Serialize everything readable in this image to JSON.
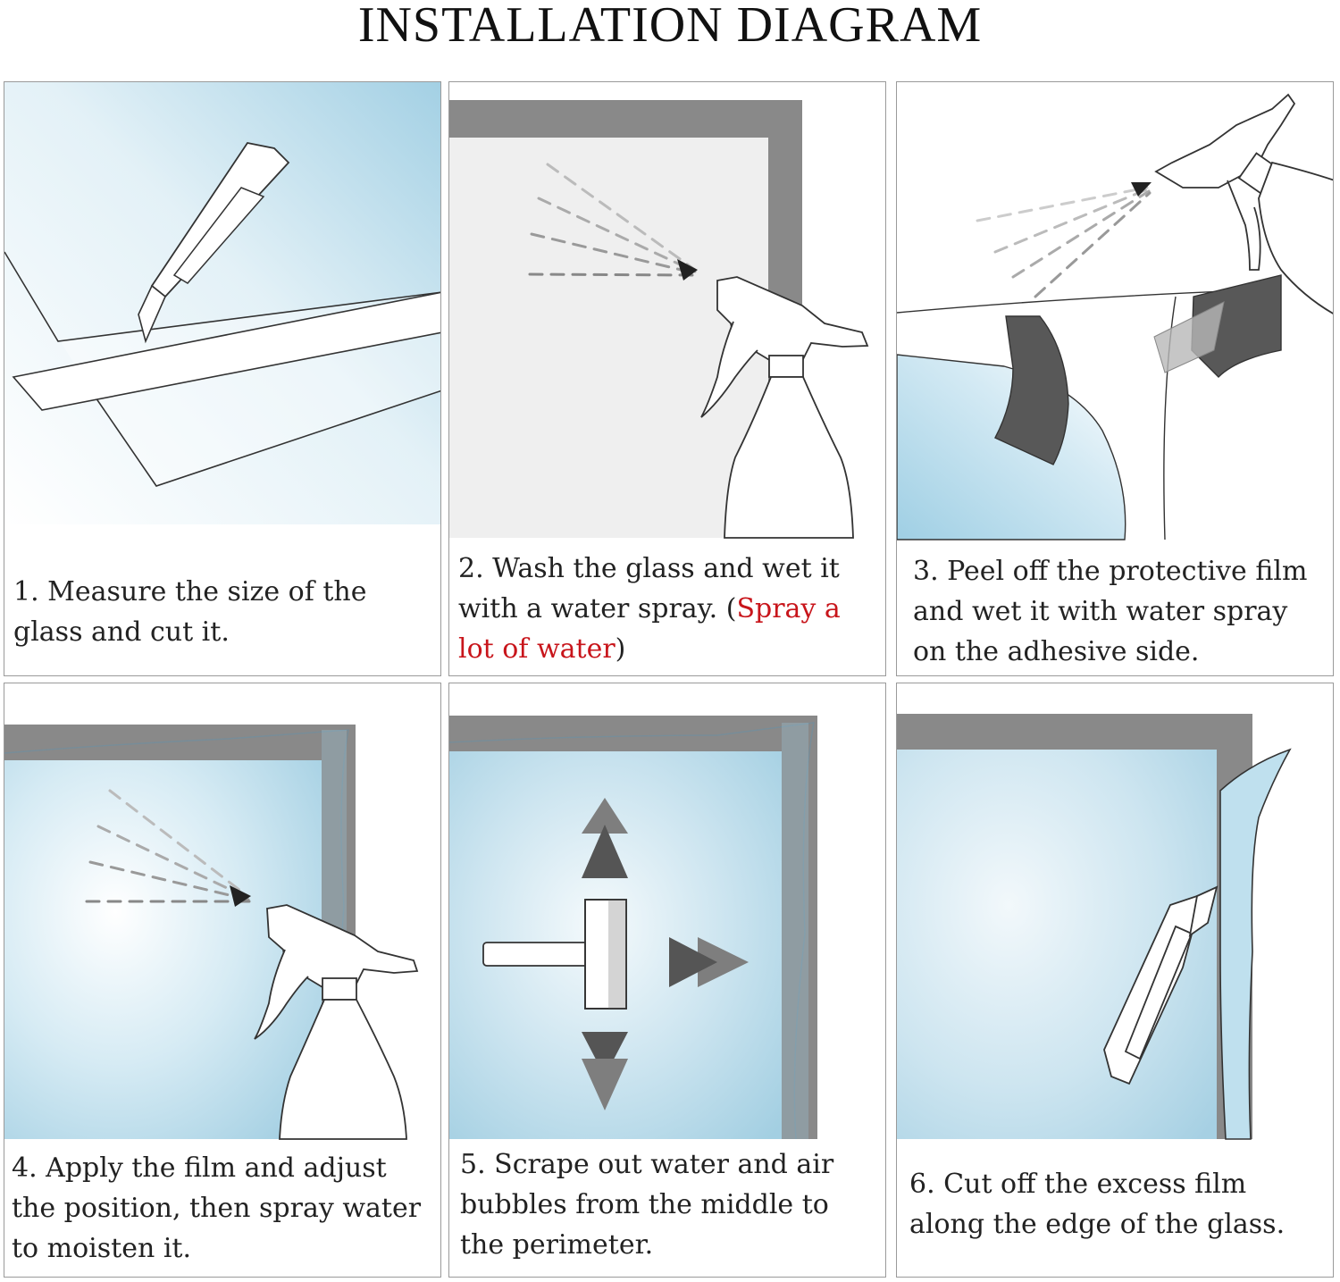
{
  "title": "INSTALLATION DIAGRAM",
  "steps": [
    {
      "number": "1.",
      "text": "Measure the size of the glass and cut it."
    },
    {
      "number": "2.",
      "text_before": "Wash the glass and wet it with a water spray. (",
      "highlight": "Spray a lot of water",
      "text_after": ")"
    },
    {
      "number": "3.",
      "text": "Peel off the protective film and wet it with water spray on the adhesive side."
    },
    {
      "number": "4.",
      "text": "Apply the film and adjust the position, then spray water to moisten it."
    },
    {
      "number": "5.",
      "text": "Scrape out water and air bubbles from the middle to the perimeter."
    },
    {
      "number": "6.",
      "text": "Cut off the excess film along the edge of the glass."
    }
  ],
  "colors": {
    "highlight": "#c8151b",
    "glass": "#a9d4e6",
    "frame": "#8c8c8c",
    "panel_border": "#9a9a9a"
  },
  "icons": [
    "utility-knife-icon",
    "spray-bottle-icon",
    "squeegee-icon",
    "arrow-up-icon",
    "arrow-down-icon",
    "arrow-right-icon",
    "protective-film-icon"
  ]
}
